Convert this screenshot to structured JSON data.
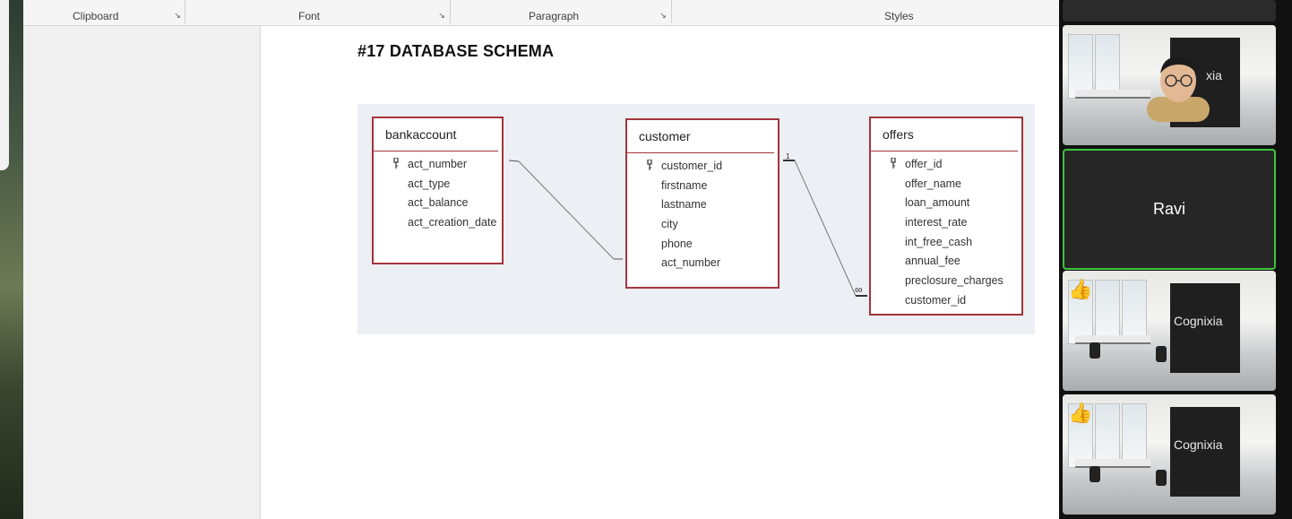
{
  "ribbon": {
    "groups": [
      "Clipboard",
      "Font",
      "Paragraph",
      "Styles"
    ]
  },
  "document": {
    "heading": "#17 DATABASE SCHEMA",
    "tables": [
      {
        "name": "bankaccount",
        "fields": [
          "act_number",
          "act_type",
          "act_balance",
          "act_creation_date"
        ],
        "key_field": "act_number"
      },
      {
        "name": "customer",
        "fields": [
          "customer_id",
          "firstname",
          "lastname",
          "city",
          "phone",
          "act_number"
        ],
        "key_field": "customer_id"
      },
      {
        "name": "offers",
        "fields": [
          "offer_id",
          "offer_name",
          "loan_amount",
          "interest_rate",
          "int_free_cash",
          "annual_fee",
          "preclosure_charges",
          "customer_id"
        ],
        "key_field": "offer_id"
      }
    ],
    "relationship_labels": {
      "one": "1",
      "many": "∞"
    }
  },
  "meeting": {
    "participant_name": "Ravi",
    "logo_text_partial": "xia",
    "logo_text": "Cognixia",
    "active_speaker_color": "#3ec43e"
  }
}
